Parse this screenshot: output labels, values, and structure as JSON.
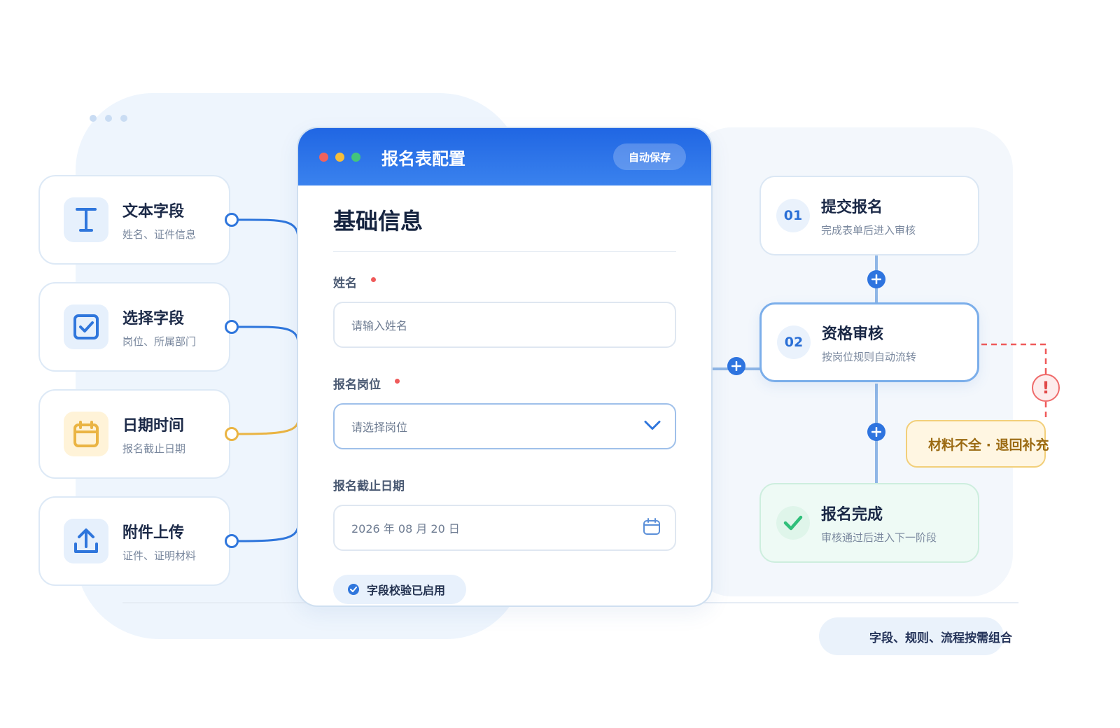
{
  "colors": {
    "primary": "#2f76dc",
    "amber": "#eab443",
    "red": "#ef5a5a",
    "green": "#2fbf7a"
  },
  "field_types": [
    {
      "title": "文本字段",
      "subtitle": "姓名、证件信息",
      "icon": "text-cursor-icon"
    },
    {
      "title": "选择字段",
      "subtitle": "岗位、所属部门",
      "icon": "checkbox-icon"
    },
    {
      "title": "日期时间",
      "subtitle": "报名截止日期",
      "icon": "calendar-icon"
    },
    {
      "title": "附件上传",
      "subtitle": "证件、证明材料",
      "icon": "upload-icon"
    }
  ],
  "form": {
    "title": "报名表配置",
    "autosave_label": "自动保存",
    "section_title": "基础信息",
    "fields": [
      {
        "label": "姓名",
        "placeholder": "请输入姓名"
      },
      {
        "label": "报名岗位",
        "placeholder": "请选择岗位"
      },
      {
        "label": "报名截止日期",
        "value": "2026 年 08 月 20 日"
      }
    ],
    "validation_label": "字段校验已启用"
  },
  "steps": [
    {
      "number": "01",
      "title": "提交报名",
      "subtitle": "完成表单后进入审核"
    },
    {
      "number": "02",
      "title": "资格审核",
      "subtitle": "按岗位规则自动流转"
    },
    {
      "title": "报名完成",
      "subtitle": "审核通过后进入下一阶段"
    }
  ],
  "warning": {
    "text": "材料不全 · 退回补充",
    "icon": "!"
  },
  "legend": {
    "text": "字段、规则、流程按需组合"
  }
}
